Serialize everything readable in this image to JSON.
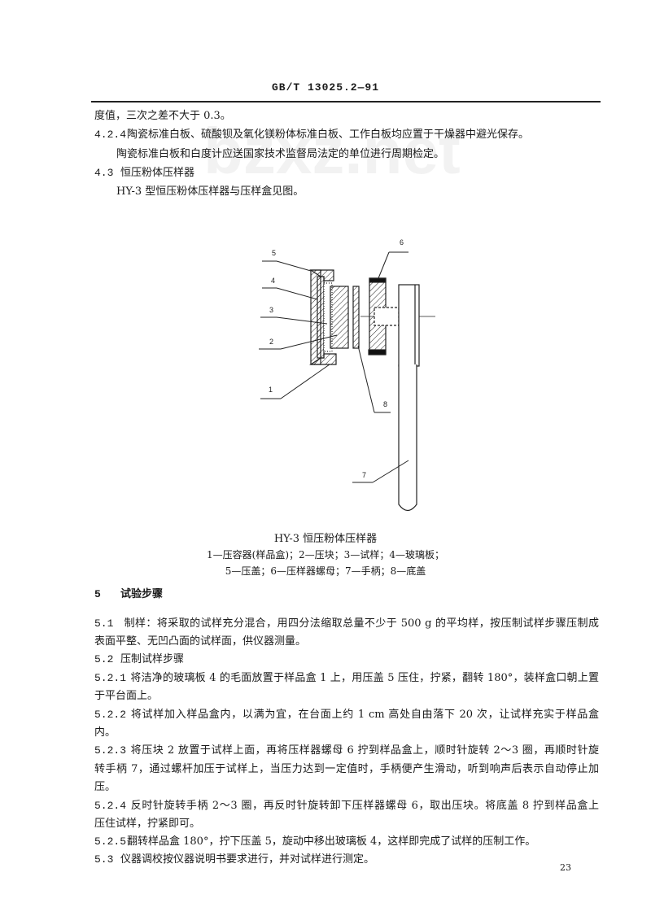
{
  "header": "GB/T 13025.2—91",
  "watermark": "bzxz.net",
  "lines": {
    "l1": "度值，三次之差不大于 0.3。",
    "s424_num": "4.2.4",
    "s424": "陶瓷标准白板、硫酸钡及氧化镁粉体标准白板、工作白板均应置于干燥器中避光保存。",
    "s424b": "陶瓷标准白板和白度计应送国家技术监督局法定的单位进行周期检定。",
    "s43_num": "4.3",
    "s43": "恒压粉体压样器",
    "s43b": "HY-3 型恒压粉体压样器与压样盒见图。"
  },
  "figure": {
    "labels": [
      "1",
      "2",
      "3",
      "4",
      "5",
      "6",
      "7",
      "8"
    ],
    "title": "HY-3 恒压粉体压样器",
    "legend1": "1—压容器(样品盒)；2—压块；3—试样；4—玻璃板；",
    "legend2": "5—压盖；6—压样器螺母；7—手柄；8—底盖"
  },
  "section5": {
    "num": "5",
    "title": "试验步骤",
    "s51_num": "5.1",
    "s51a": "制样：将采取的试样充分混合，用四分法缩取总量不少于 500 g 的平均样，按压制试样步骤压制成",
    "s51b": "表面平整、无凹凸面的试样面，供仪器测量。",
    "s52_num": "5.2",
    "s52": "压制试样步骤",
    "s521_num": "5.2.1",
    "s521a": "将洁净的玻璃板 4 的毛面放置于样品盒 1 上，用压盖 5 压住，拧紧，翻转 180°，装样盒口朝上置",
    "s521b": "于平台面上。",
    "s522_num": "5.2.2",
    "s522a": "将试样加入样品盒内，以满为宜，在台面上约 1 cm 高处自由落下 20 次，让试样充实于样品盒",
    "s522b": "内。",
    "s523_num": "5.2.3",
    "s523a": "将压块 2 放置于试样上面，再将压样器螺母 6 拧到样品盒上，顺时针旋转 2～3 圈，再顺时针旋",
    "s523b": "转手柄 7，通过螺杆加压于试样上，当压力达到一定值时，手柄便产生滑动，听到响声后表示自动停止加",
    "s523c": "压。",
    "s524_num": "5.2.4",
    "s524a": "反时针旋转手柄 2～3 圈，再反时针旋转卸下压样器螺母 6，取出压块。将底盖 8 拧到样品盒上",
    "s524b": "压住试样，拧紧即可。",
    "s525_num": "5.2.5",
    "s525": "翻转样品盒 180°，拧下压盖 5，旋动中移出玻璃板 4，这样即完成了试样的压制工作。",
    "s53_num": "5.3",
    "s53": "仪器调校按仪器说明书要求进行，并对试样进行测定。"
  },
  "page_number": "23"
}
